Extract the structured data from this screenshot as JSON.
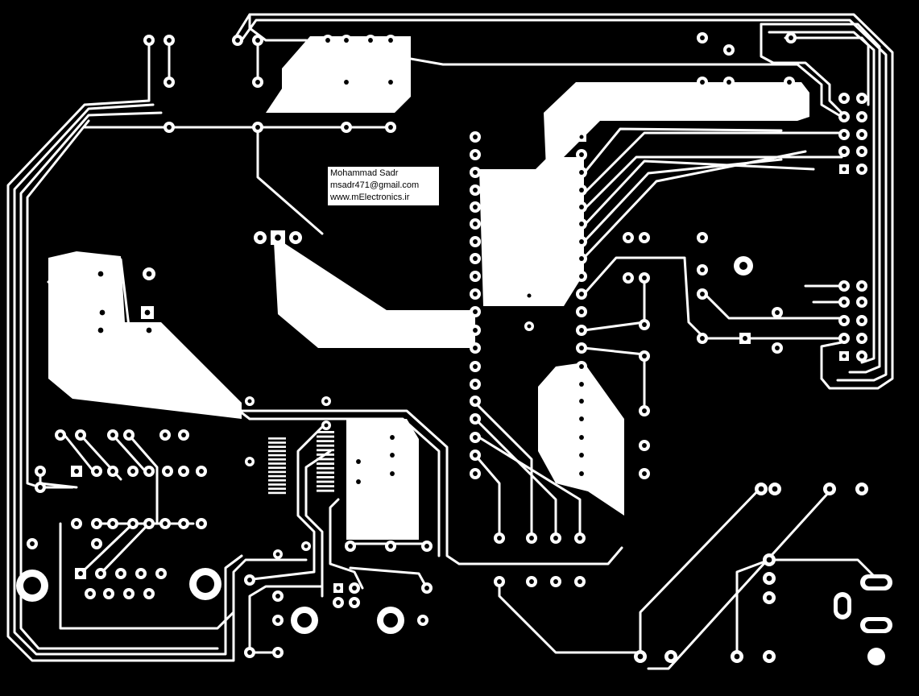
{
  "board": {
    "background": "#000000",
    "copper": "#ffffff",
    "credit": {
      "name": "Mohammad  Sadr",
      "email": "msadr471@gmail.com",
      "website": "www.mElectronics.ir"
    }
  }
}
